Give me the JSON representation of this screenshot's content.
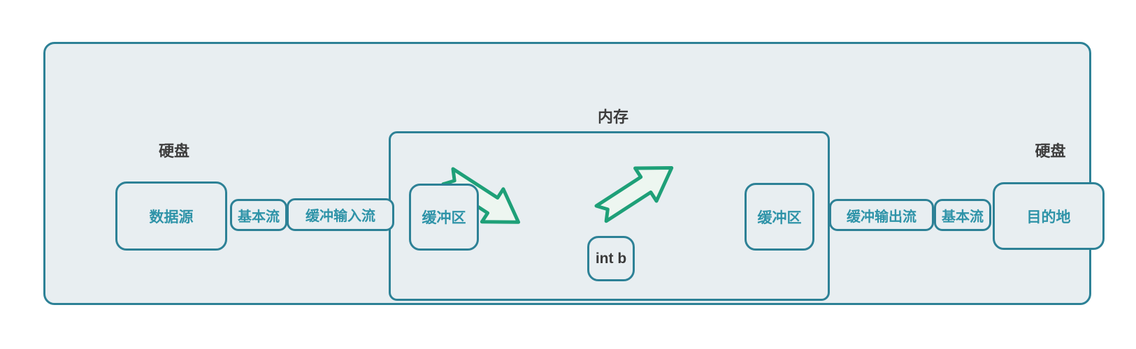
{
  "diagram": {
    "labels": {
      "disk_left": "硬盘",
      "memory": "内存",
      "disk_right": "硬盘"
    },
    "nodes": {
      "data_source": {
        "label": "数据源"
      },
      "basic_stream_left": {
        "label": "基本流"
      },
      "buffered_input_stream": {
        "label": "缓冲输入流"
      },
      "buffer_left": {
        "label": "缓冲区"
      },
      "int_b": {
        "label": "int b"
      },
      "buffer_right": {
        "label": "缓冲区"
      },
      "buffered_output_stream": {
        "label": "缓冲输出流"
      },
      "basic_stream_right": {
        "label": "基本流"
      },
      "destination": {
        "label": "目的地"
      }
    },
    "colors": {
      "panel_fill": "#e8eef1",
      "teal_border": "#2d8196",
      "teal_text": "#2e93a8",
      "dark_text": "#3d3d3d",
      "arrow_stroke": "#1ea078",
      "arrow_fill": "#edf6f0"
    }
  }
}
